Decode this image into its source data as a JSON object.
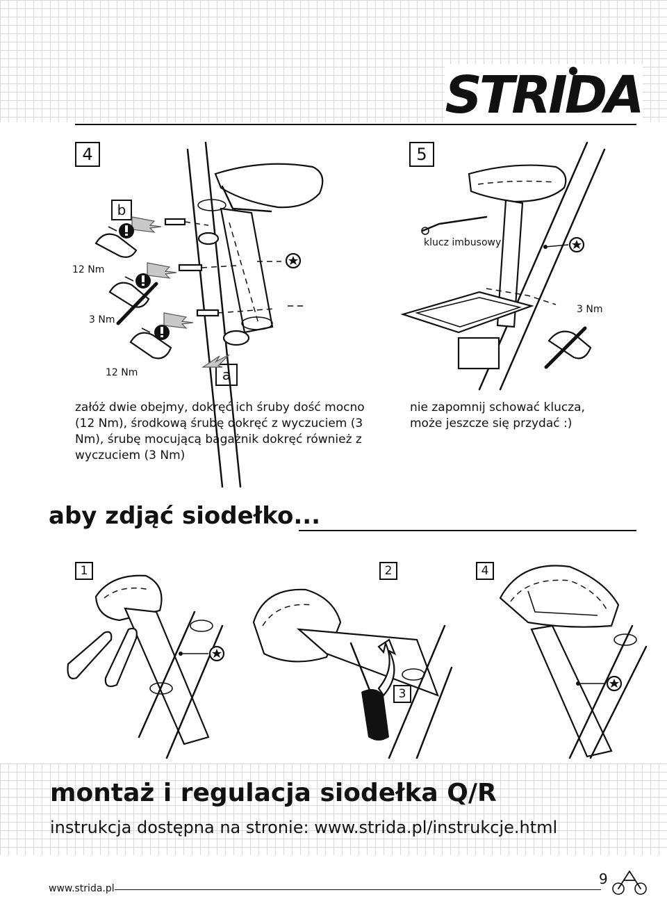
{
  "brand": {
    "logo_text": "STRIDA"
  },
  "step4": {
    "number": "4",
    "label_b": "b",
    "label_a": "a",
    "torque_top": "12 Nm",
    "torque_middle": "3 Nm",
    "torque_bottom": "12 Nm",
    "caption": "załóż dwie obejmy, dokręć ich śruby dość mocno (12 Nm), środkową śrubę dokręć z wyczuciem (3 Nm), śrubę mocującą bagażnik dokręć również z wyczuciem (3 Nm)"
  },
  "step5": {
    "number": "5",
    "tool_label": "klucz imbusowy",
    "torque": "3 Nm",
    "caption": "nie zapomnij schować klucza, może jeszcze się przydać :)"
  },
  "saddle_removal": {
    "heading": "aby zdjąć siodełko...",
    "steps": [
      {
        "number": "1"
      },
      {
        "number": "2"
      },
      {
        "number": "3"
      },
      {
        "number": "4"
      }
    ]
  },
  "footer_banner": {
    "title": "montaż i regulacja siodełka Q/R",
    "subtitle": "instrukcja dostępna na stronie: www.strida.pl/instrukcje.html"
  },
  "footer": {
    "website": "www.strida.pl",
    "page_number": "9"
  }
}
